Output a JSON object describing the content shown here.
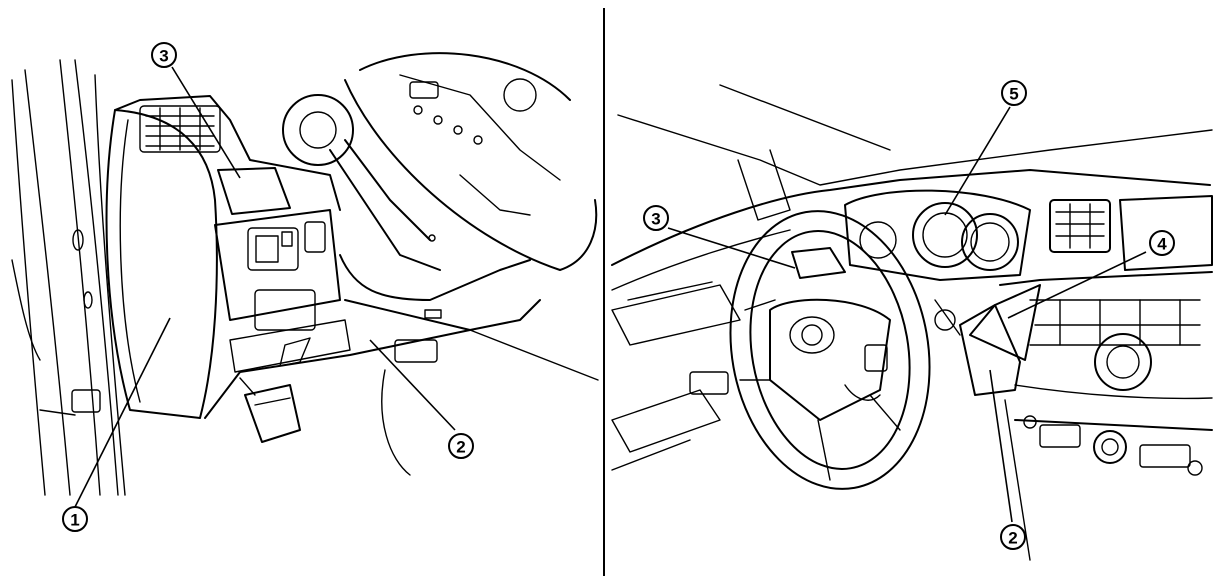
{
  "callouts": [
    {
      "id": "c1",
      "label": "1"
    },
    {
      "id": "c2",
      "label": "2"
    },
    {
      "id": "c3",
      "label": "3"
    },
    {
      "id": "c4",
      "label": "2"
    },
    {
      "id": "c5",
      "label": "3"
    },
    {
      "id": "c6",
      "label": "4"
    },
    {
      "id": "c7",
      "label": "5"
    }
  ],
  "colors": {
    "ink": "#000000",
    "paper": "#ffffff",
    "shade": "#bdbdbd"
  }
}
